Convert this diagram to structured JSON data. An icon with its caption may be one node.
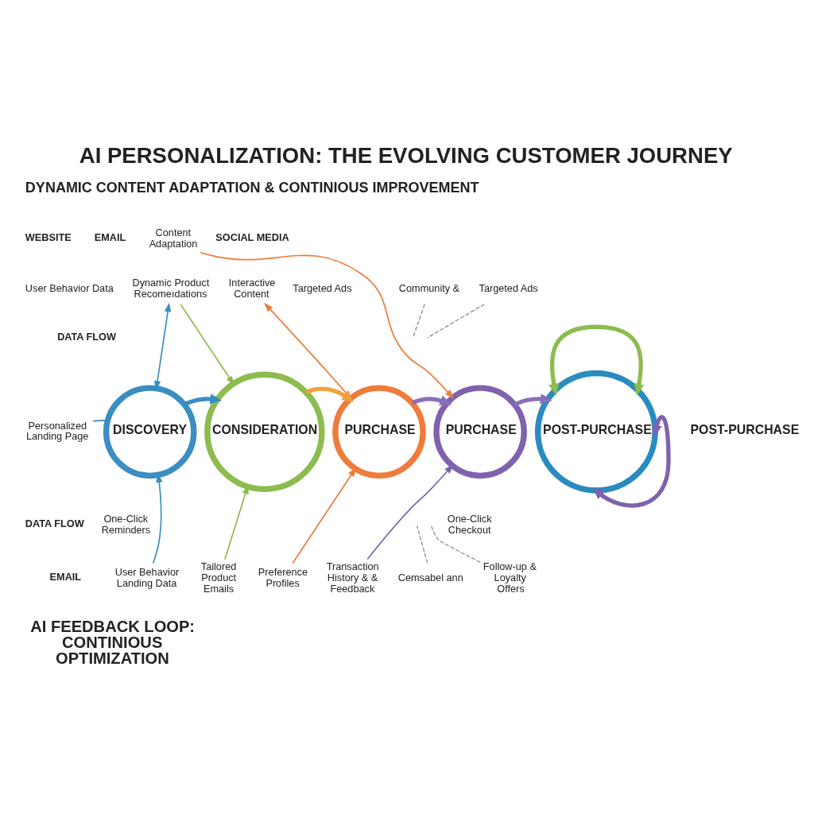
{
  "diagram": {
    "title": "AI PERSONALIZATION: THE EVOLVING CUSTOMER JOURNEY",
    "caption": "AI FEEDBACK LOOP: CONTINIOUS OPTIMIZATION",
    "nodes": [
      {
        "text": [
          "Content Adaptation"
        ]
      },
      {
        "text": [
          "Dynamic Product Recomeıdations"
        ]
      },
      {
        "text": [
          "Community &"
        ]
      },
      {
        "text": [
          "Interactive Content"
        ]
      },
      {
        "text": [
          "Targeted Ads"
        ]
      },
      {
        "text": [
          "Personalized Landing Page"
        ]
      },
      {
        "text": [
          "DISCOVERY"
        ]
      },
      {
        "text": [
          "CONSIDERATION"
        ]
      },
      {
        "text": [
          "PURCHASE"
        ]
      },
      {
        "text": [
          "PURCHASE"
        ]
      },
      {
        "text": [
          "POST-PURCHASE"
        ],
        "beside": [
          "POST-PURCHASE"
        ]
      },
      {
        "text": [
          "Cemsabel ann"
        ]
      },
      {
        "text": [
          "Follow-up & Loyalty Offers"
        ]
      },
      {
        "text": [
          "Tailored Product Emails"
        ]
      },
      {
        "text": [
          "User Behavior Landing Data"
        ]
      },
      {
        "text": [
          "Preference Profiles"
        ]
      },
      {
        "text": [
          "Transaction History & & Feedback"
        ]
      }
    ],
    "edges": [
      {
        "from": 5,
        "to": 6,
        "arrow": "none",
        "color": "#3b8dc2"
      },
      {
        "from": 1,
        "to": 6,
        "arrow": "both",
        "color": "#3b8dc2"
      },
      {
        "from": 1,
        "to": 7,
        "arrow": "to",
        "color": "#8cbc4e"
      },
      {
        "from": 3,
        "to": 8,
        "arrow": "both",
        "color": "#f07b3a"
      },
      {
        "from": 0,
        "to": 9,
        "arrow": "to",
        "color": "#f07b3a"
      },
      {
        "from": 6,
        "to": 7,
        "arrow": "to",
        "style": "thick",
        "color": "#3b8dc2"
      },
      {
        "from": 7,
        "to": 8,
        "arrow": "to",
        "style": "thick",
        "color": "#f0a23a"
      },
      {
        "from": 8,
        "to": 9,
        "arrow": "to",
        "style": "thick",
        "color": "#8a6fb8"
      },
      {
        "from": 9,
        "to": 10,
        "arrow": "to",
        "style": "thick",
        "color": "#8a6fb8"
      },
      {
        "from": 10,
        "to": 10,
        "arrow": "both",
        "style": "thick",
        "color": "#8cbc4e"
      },
      {
        "from": 10,
        "to": 10,
        "arrow": "both",
        "style": "thick",
        "color": "#7f62ad"
      },
      {
        "from": 2,
        "to": null,
        "arrow": "none",
        "style": "dashed"
      },
      {
        "from": 4,
        "to": null,
        "arrow": "none",
        "style": "dashed"
      },
      {
        "from": 11,
        "to": null,
        "arrow": "none",
        "style": "dashed"
      },
      {
        "from": 12,
        "to": null,
        "arrow": "none",
        "style": "dashed"
      },
      {
        "from": 14,
        "to": 6,
        "arrow": "to",
        "color": "#3b8dc2"
      },
      {
        "from": 13,
        "to": 7,
        "arrow": "to",
        "color": "#8cbc4e"
      },
      {
        "from": 15,
        "to": 8,
        "arrow": "to",
        "color": "#f07b3a"
      },
      {
        "from": 16,
        "to": 9,
        "arrow": "to",
        "color": "#7f62ad"
      }
    ],
    "labels": [
      "DYNAMIC CONTENT ADAPTATION & CONTINIOUS IMPROVEMENT",
      "WEBSITE",
      "EMAIL",
      "SOCIAL MEDIA",
      "User Behavior Data",
      "Targeted Ads",
      "DATA FLOW",
      "One-Click Reminders",
      "One-Click Checkout",
      "DATA FLOW",
      "EMAIL"
    ]
  }
}
